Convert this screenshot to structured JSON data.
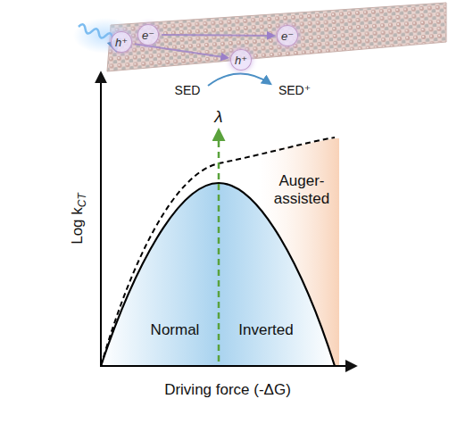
{
  "diagram": {
    "nodes": [
      {
        "text": [
          "h⁺"
        ]
      },
      {
        "text": [
          "e⁻"
        ]
      },
      {
        "text": [
          "h⁺"
        ]
      },
      {
        "text": [
          "e⁻"
        ]
      }
    ],
    "edges": [
      {
        "from": 0,
        "to": 2,
        "arrow": "to"
      },
      {
        "from": 1,
        "to": 3,
        "arrow": "to"
      }
    ],
    "labels": [
      "SED",
      "SED⁺",
      "λ",
      "Normal",
      "Inverted",
      "Auger-assisted",
      "Log k",
      "CT",
      "Driving force (-ΔG)"
    ]
  }
}
